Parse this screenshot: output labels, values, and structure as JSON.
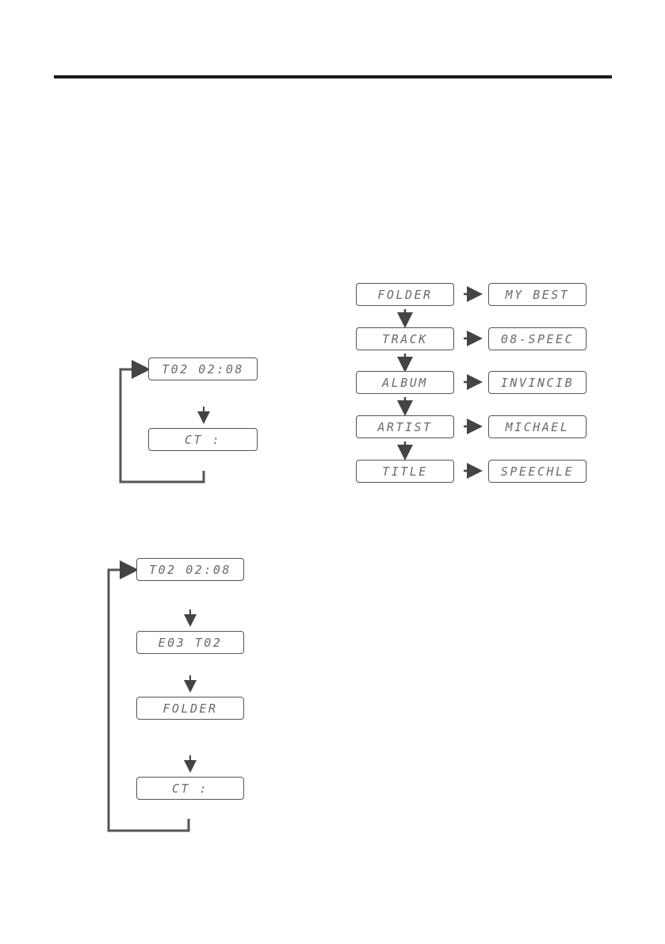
{
  "header": {
    "rule_color": "#1a1a1a"
  },
  "left_flow_1": {
    "displays": [
      "T02 02:08",
      "CT :"
    ]
  },
  "left_flow_2": {
    "displays": [
      "T02 02:08",
      "E03 T02",
      "FOLDER",
      "CT :"
    ]
  },
  "right_flow": {
    "rows": [
      {
        "left": "FOLDER",
        "right": "MY BEST"
      },
      {
        "left": "TRACK",
        "right": "08-SPEEC"
      },
      {
        "left": "ALBUM",
        "right": "INVINCIB"
      },
      {
        "left": "ARTIST",
        "right": "MICHAEL"
      },
      {
        "left": "TITLE",
        "right": "SPEECHLE"
      }
    ]
  },
  "colors": {
    "lcd_border": "#555555",
    "arrow": "#444444",
    "lcd_text": "#6a6a6a"
  }
}
